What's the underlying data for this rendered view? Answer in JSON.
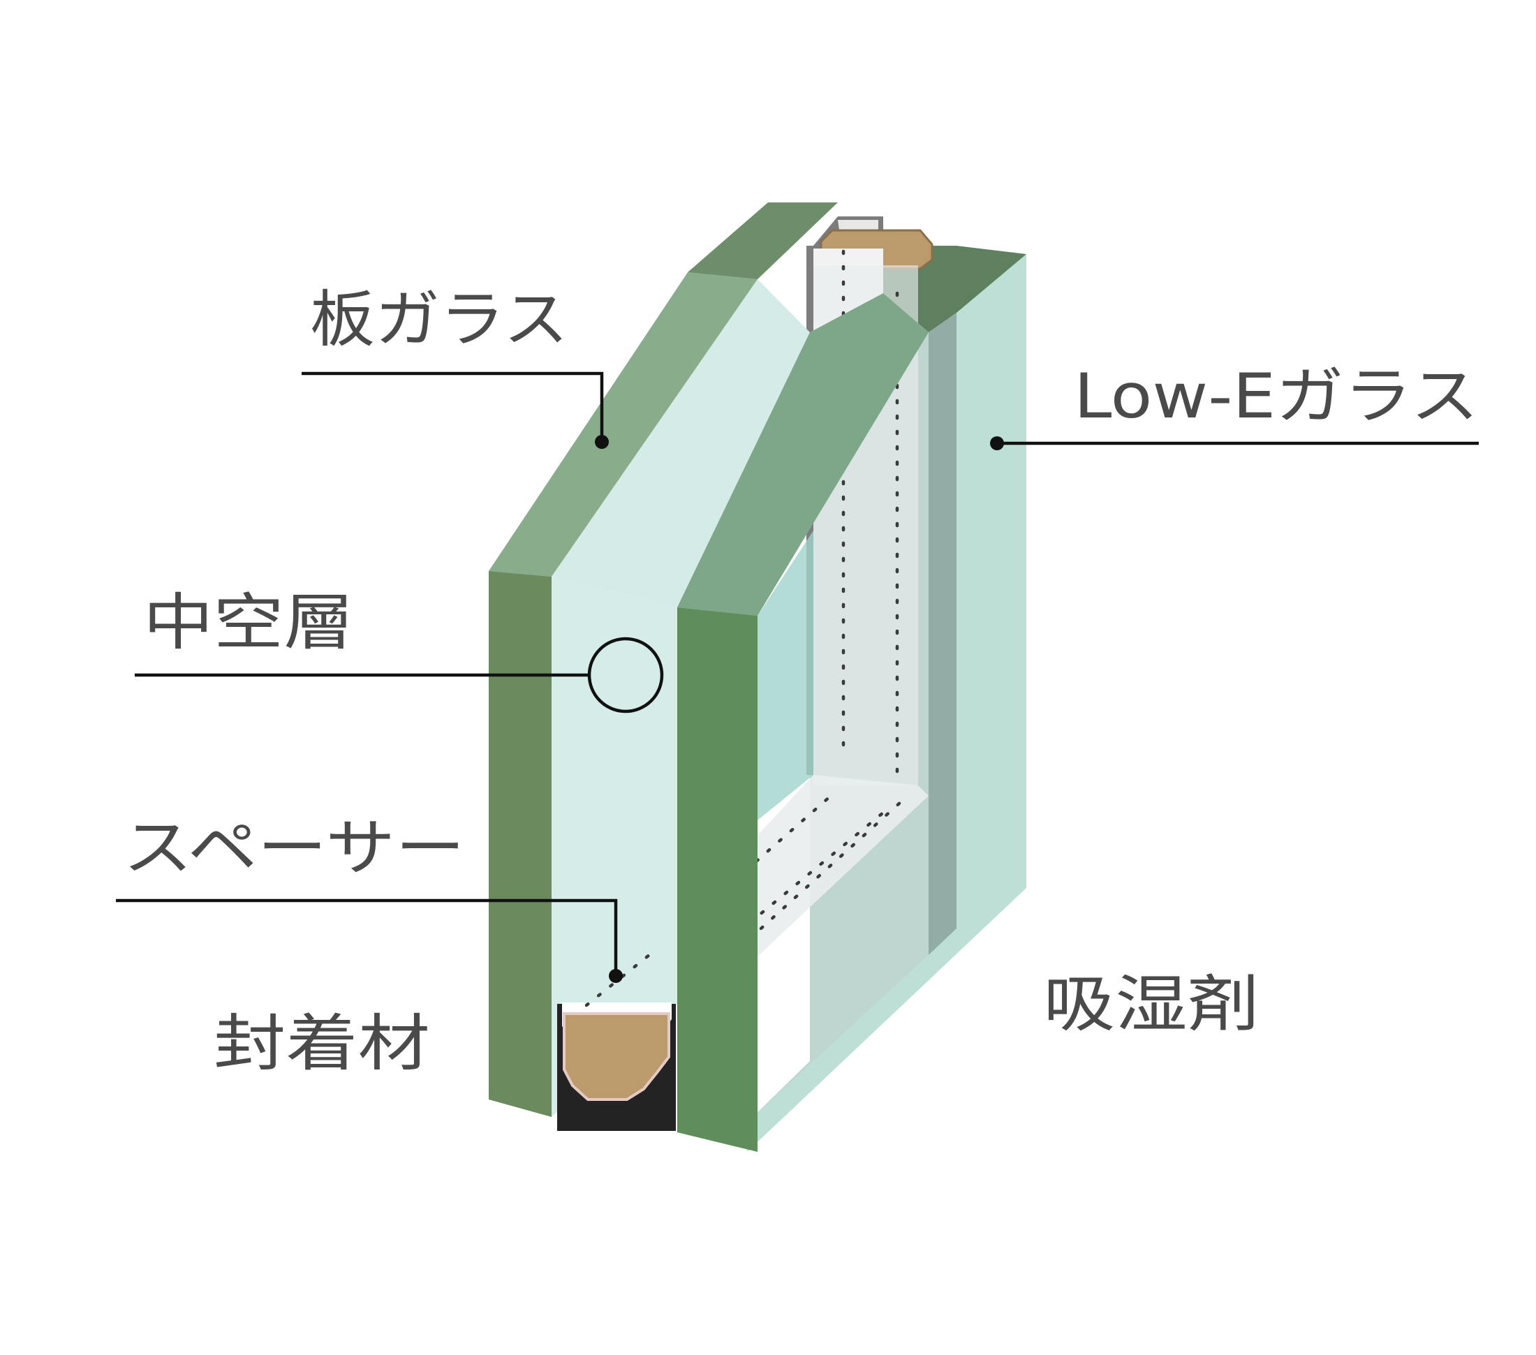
{
  "labels": {
    "plate_glass": "板ガラス",
    "low_e_glass": "Low-Eガラス",
    "air_layer": "中空層",
    "spacer": "スペーサー",
    "sealant": "封着材",
    "desiccant": "吸湿剤"
  },
  "colors": {
    "glass_edge_front": "#6b8a5e",
    "glass_edge_top": "#8aab8e",
    "glass_face": "#d6ece8",
    "low_e_face": "#c3e0d8",
    "spacer_white": "#f4f4f4",
    "desiccant": "#bb9a6c",
    "sealant": "#232323",
    "text": "#4a4a4a",
    "leader": "#111111"
  }
}
